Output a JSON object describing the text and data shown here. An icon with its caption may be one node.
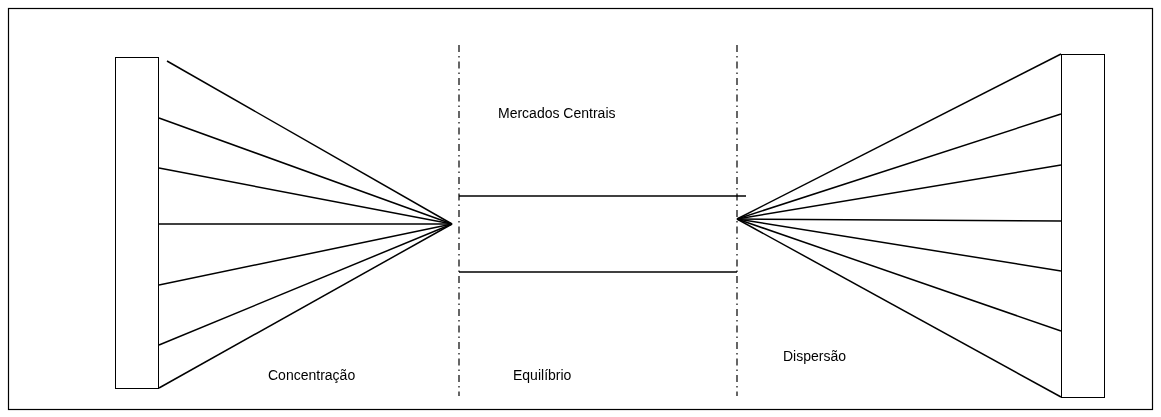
{
  "diagram": {
    "nodes": [
      {
        "text": [],
        "shape": "bar"
      },
      {
        "text": [],
        "shape": "bar"
      }
    ],
    "edges": [
      {
        "from": 0,
        "to": null,
        "arrow": "none"
      },
      {
        "from": 0,
        "to": null,
        "arrow": "none"
      },
      {
        "from": 0,
        "to": null,
        "arrow": "none"
      },
      {
        "from": 0,
        "to": null,
        "arrow": "none"
      },
      {
        "from": 0,
        "to": null,
        "arrow": "none"
      },
      {
        "from": 0,
        "to": null,
        "arrow": "none"
      },
      {
        "from": 0,
        "to": null,
        "arrow": "none"
      },
      {
        "from": null,
        "to": 1,
        "arrow": "none"
      },
      {
        "from": null,
        "to": 1,
        "arrow": "none"
      },
      {
        "from": null,
        "to": 1,
        "arrow": "none"
      },
      {
        "from": null,
        "to": 1,
        "arrow": "none"
      },
      {
        "from": null,
        "to": 1,
        "arrow": "none"
      },
      {
        "from": null,
        "to": 1,
        "arrow": "none"
      },
      {
        "from": null,
        "to": 1,
        "arrow": "none"
      }
    ],
    "labels": [
      "Mercados Centrais",
      "Concentração",
      "Equilíbrio",
      "Dispersão"
    ]
  }
}
